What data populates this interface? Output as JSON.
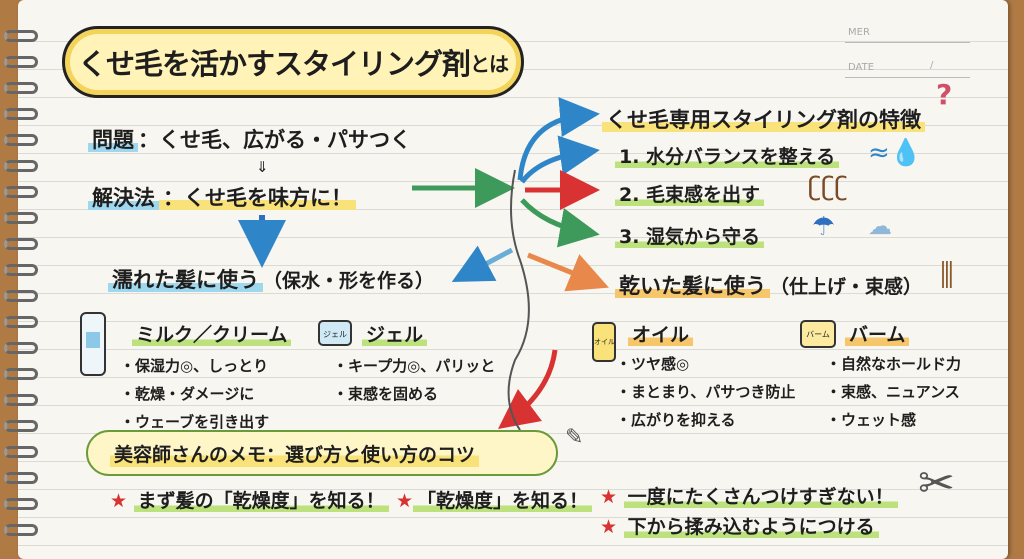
{
  "title": {
    "main": "くせ毛を活かすスタイリング剤",
    "suffix": "とは"
  },
  "header_meta": {
    "mer": "MER",
    "date": "DATE",
    "date_sep": "/"
  },
  "problem": {
    "label": "問題",
    "text": "：くせ毛、広がる・パサつく",
    "arrow": "⇓"
  },
  "solution": {
    "label": "解決法",
    "text": "：くせ毛を味方に！"
  },
  "wet": {
    "heading": "濡れた髪に使う",
    "sub": "（保水・形を作る）",
    "products": [
      {
        "name": "ミルク／クリーム",
        "bullets": [
          "・保湿力◎、しっとり",
          "・乾燥・ダメージに",
          "・ウェーブを引き出す"
        ]
      },
      {
        "name": "ジェル",
        "label": "ジェル",
        "bullets": [
          "・キープ力◎、パリッと",
          "・束感を固める"
        ]
      }
    ]
  },
  "features": {
    "heading": "くせ毛専用スタイリング剤の特徴",
    "mark": "?",
    "items": [
      "1. 水分バランスを整える",
      "2. 毛束感を出す",
      "3. 湿気から守る"
    ]
  },
  "dry": {
    "heading": "乾いた髪に使う",
    "sub": "（仕上げ・束感）",
    "products": [
      {
        "name": "オイル",
        "label": "オイル",
        "bullets": [
          "・ツヤ感◎",
          "・まとまり、パサつき防止",
          "・広がりを抑える"
        ]
      },
      {
        "name": "バーム",
        "label": "バーム",
        "bullets": [
          "・自然なホールド力",
          "・束感、ニュアンス",
          "・ウェット感"
        ]
      }
    ]
  },
  "memo": {
    "heading": "美容師さんのメモ：選び方と使い方のコツ",
    "tips": [
      "まず髪の「乾燥度」を知る！",
      "「乾燥度」を知る！",
      "一度にたくさんつけすぎない！",
      "下から揉み込むようにつける"
    ],
    "star": "★"
  },
  "colors": {
    "blue": "#2e86c9",
    "red": "#d83232",
    "green": "#3d9a5a",
    "yellow": "#f3d35a"
  }
}
